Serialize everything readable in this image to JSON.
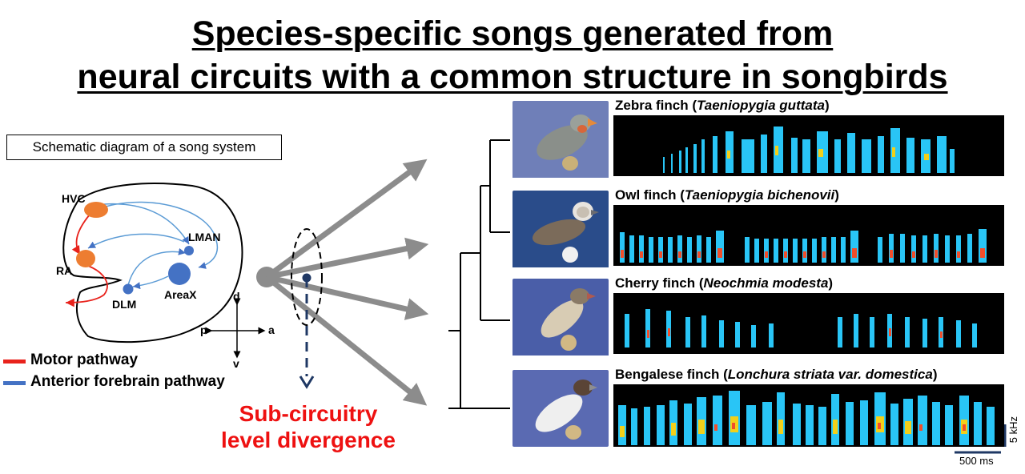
{
  "title": {
    "line1": "Species-specific songs generated from",
    "line2": "neural circuits with a common structure in songbirds"
  },
  "schematic": {
    "box_label": "Schematic diagram of a song system",
    "nuclei": {
      "hvc": "HVC",
      "ra": "RA",
      "lman": "LMAN",
      "areax": "AreaX",
      "dlm": "DLM"
    },
    "axes": {
      "d": "d",
      "v": "v",
      "p": "p",
      "a": "a"
    },
    "colors": {
      "motor": "#e8221c",
      "anterior": "#4472c4",
      "orange_nucleus": "#ed7d31",
      "blue_nucleus": "#4472c4"
    }
  },
  "legend": {
    "motor": "Motor pathway",
    "anterior": "Anterior forebrain pathway"
  },
  "divergence": {
    "line1": "Sub-circuitry",
    "line2": "level divergence",
    "color": "#ee1111"
  },
  "species": [
    {
      "common": "Zebra finch",
      "scientific": "Taeniopygia guttata"
    },
    {
      "common": "Owl finch",
      "scientific": "Taeniopygia bichenovii"
    },
    {
      "common": "Cherry finch",
      "scientific": "Neochmia modesta"
    },
    {
      "common": "Bengalese finch",
      "scientific": "Lonchura striata var. domestica"
    }
  ],
  "scale": {
    "freq": "5 kHz",
    "time": "500 ms"
  }
}
